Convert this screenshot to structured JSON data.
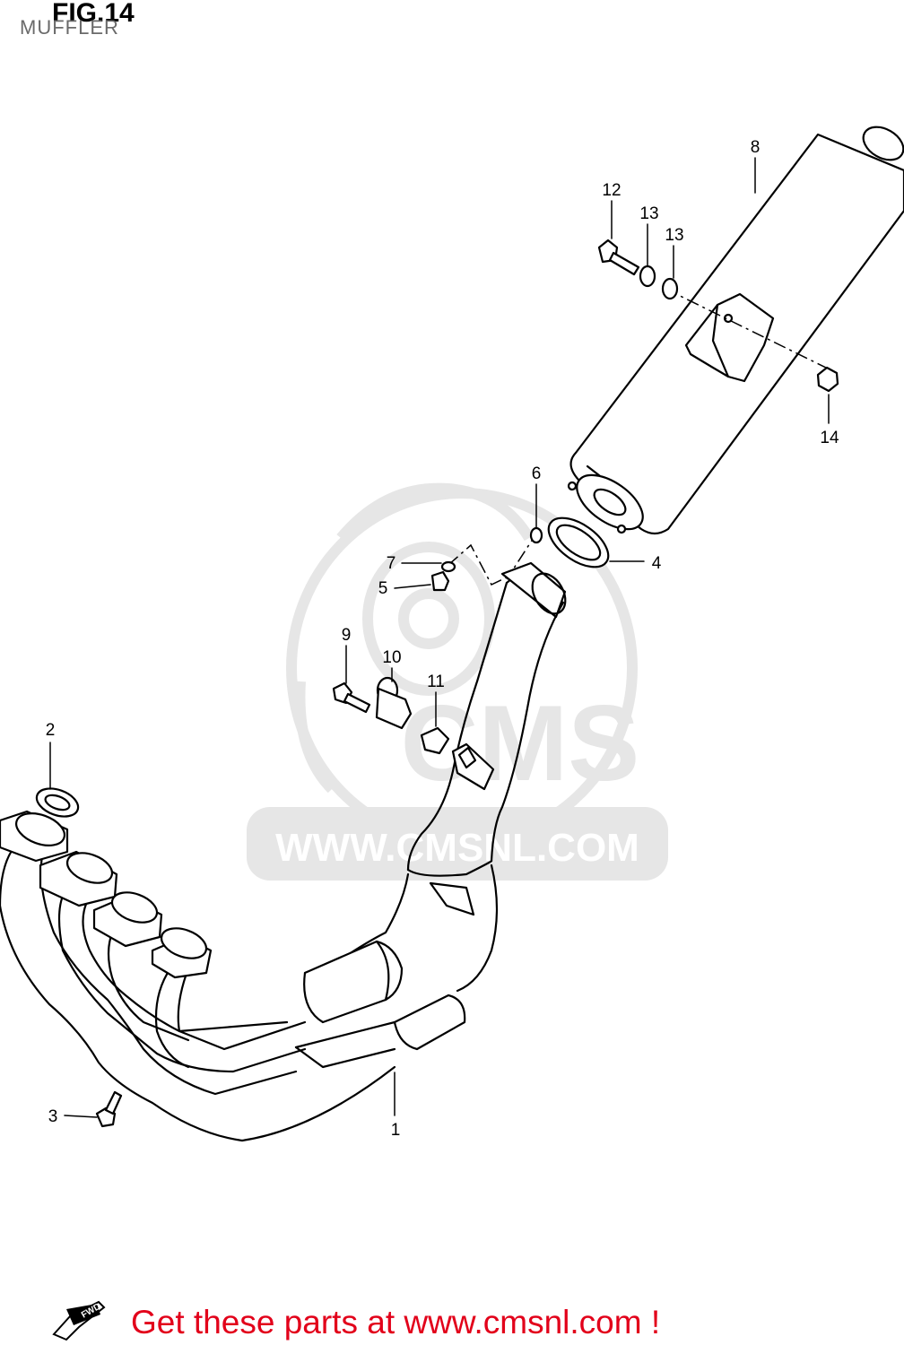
{
  "figure": {
    "number_label": "FIG.14",
    "title": "MUFFLER"
  },
  "watermark": {
    "text": "WWW.CMSNL.COM",
    "logo_text": "CMS"
  },
  "callouts": [
    {
      "id": "1",
      "label": "1"
    },
    {
      "id": "2",
      "label": "2"
    },
    {
      "id": "3",
      "label": "3"
    },
    {
      "id": "4",
      "label": "4"
    },
    {
      "id": "5",
      "label": "5"
    },
    {
      "id": "6",
      "label": "6"
    },
    {
      "id": "7",
      "label": "7"
    },
    {
      "id": "8",
      "label": "8"
    },
    {
      "id": "9",
      "label": "9"
    },
    {
      "id": "10",
      "label": "10"
    },
    {
      "id": "11",
      "label": "11"
    },
    {
      "id": "12",
      "label": "12"
    },
    {
      "id": "13a",
      "label": "13"
    },
    {
      "id": "13b",
      "label": "13"
    },
    {
      "id": "14",
      "label": "14"
    }
  ],
  "footer": {
    "fwd_label": "FWD",
    "cta": "Get these parts at www.cmsnl.com !"
  },
  "colors": {
    "cta": "#e2001a",
    "watermark": "#e6e6e6",
    "line": "#000000"
  }
}
